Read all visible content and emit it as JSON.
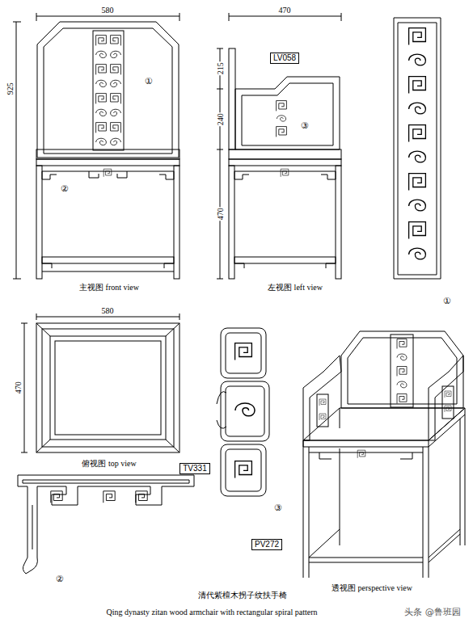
{
  "diagram": {
    "labels": [
      "580",
      "470",
      "925",
      "215",
      "240",
      "470",
      "LV058",
      "①",
      "②",
      "③",
      "主视图 front view",
      "左视图 left view",
      "①",
      "580",
      "470",
      "俯视图 top view",
      "TV331",
      "③",
      "PV272",
      "②",
      "清代紫檀木拐子纹扶手椅",
      "透视图 perspective view",
      "Qing dynasty zitan wood armchair with rectangular spiral pattern",
      "头条 @鲁班园"
    ]
  }
}
